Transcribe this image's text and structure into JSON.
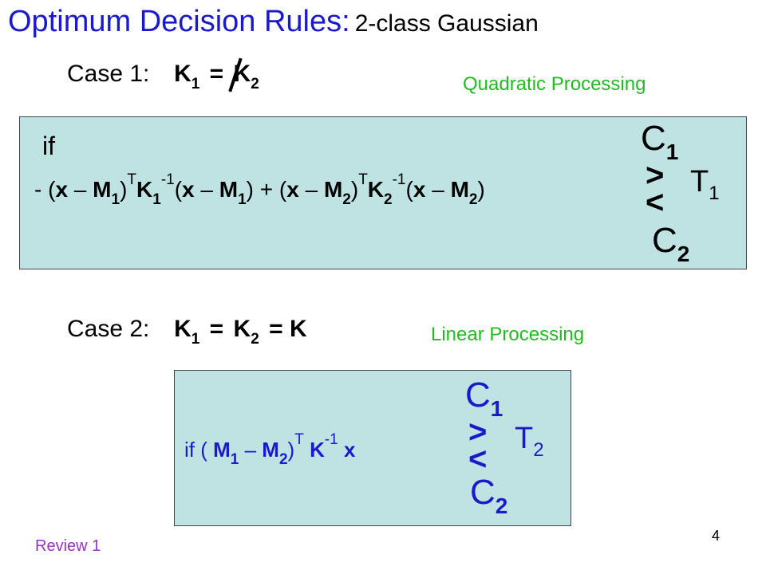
{
  "title": {
    "main": "Optimum Decision Rules:",
    "sub": "2-class Gaussian"
  },
  "case1": {
    "label": "Case 1:",
    "K": "K",
    "s1": "1",
    "s2": "2",
    "eq": "=",
    "tag": "Quadratic Processing",
    "box": {
      "if": "if",
      "formula": {
        "minus": "- (",
        "x1": "x",
        "dash1": " – ",
        "M1": "M",
        "m1": "1",
        "close1": ")",
        "T": "T",
        "K1": "K",
        "k1": "1",
        "inv": "-1",
        "open2": "(",
        "x2": "x",
        "dash2": " – ",
        "M1b": "M",
        "m1b": "1",
        "plus": ") + (",
        "x3": "x",
        "dash3": " – ",
        "M2": "M",
        "m2": "2",
        "close3": ")",
        "T2": "T",
        "K2": "K",
        "k2": "2",
        "inv2": "-1",
        "open4": "(",
        "x4": "x",
        "dash4": " – ",
        "M2b": "M",
        "m2b": "2",
        "close4": ")"
      },
      "C": "C",
      "c1": "1",
      "c2": "2",
      "gt": ">",
      "lt": "<",
      "T": "T",
      "t": "1"
    }
  },
  "case2": {
    "label": "Case 2:",
    "K": "K",
    "s1": "1",
    "s2": "2",
    "eq": "=",
    "eq2": "= K",
    "tag": "Linear Processing",
    "box": {
      "if": "if (",
      "M1": "M",
      "m1": "1",
      "dash": " – ",
      "M2": "M",
      "m2": "2",
      "close": ")",
      "T": "T",
      "K": "K",
      "inv": "-1",
      "x": "x",
      "C": "C",
      "c1": "1",
      "c2": "2",
      "gt": ">",
      "lt": "<",
      "Tt": "T",
      "t": "2"
    }
  },
  "footer": {
    "review": "Review 1",
    "page": "4"
  },
  "colors": {
    "title": "#1a1acc",
    "green": "#22bb22",
    "box": "#bfe3e3",
    "review": "#9933cc"
  }
}
